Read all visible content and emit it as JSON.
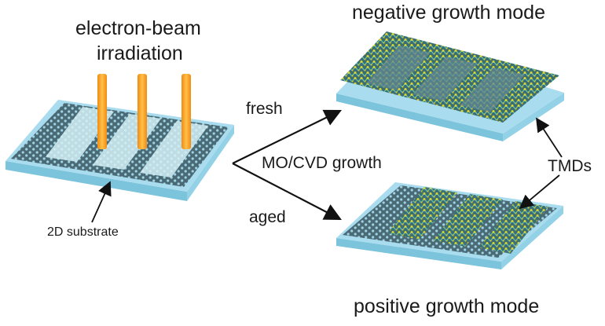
{
  "labels": {
    "ebeam_line1": "electron-beam",
    "ebeam_line2": "irradiation",
    "negative_mode": "negative growth mode",
    "positive_mode": "positive growth mode",
    "fresh": "fresh",
    "aged": "aged",
    "growth": "MO/CVD growth",
    "tmds": "TMDs",
    "substrate": "2D substrate"
  },
  "colors": {
    "substrate_base": "#a9dcee",
    "substrate_edge": "#7cc4dc",
    "lattice": "#3f5f6a",
    "irradiated_stripe": "#cfeef6",
    "beam": "#f7a01c",
    "tmd_atom": "#c9c41e",
    "tmd_bond": "#2f8a78",
    "text": "#1a1a1a"
  }
}
